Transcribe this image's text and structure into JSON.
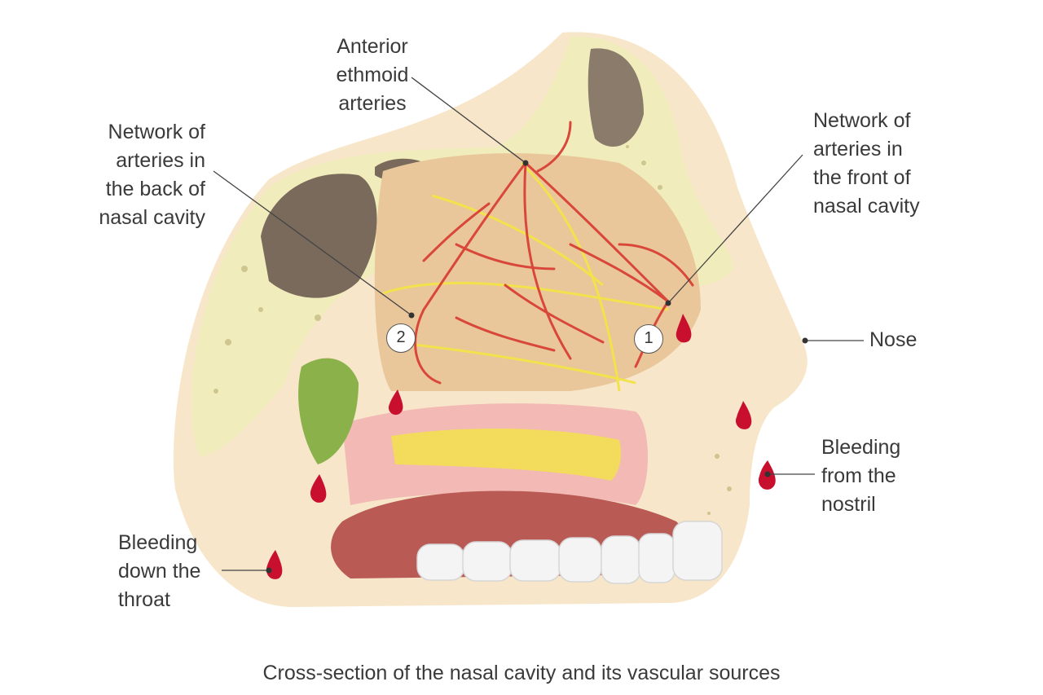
{
  "labels": {
    "anterior_ethmoid": [
      "Anterior",
      "ethmoid",
      "arteries"
    ],
    "back_network": [
      "Network of",
      "arteries in",
      "the back of",
      "nasal cavity"
    ],
    "front_network": [
      "Network of",
      "arteries in",
      "the front of",
      "nasal cavity"
    ],
    "nose": "Nose",
    "nostril_bleeding": [
      "Bleeding",
      "from the",
      "nostril"
    ],
    "throat_bleeding": [
      "Bleeding",
      "down the",
      "throat"
    ]
  },
  "markers": {
    "front": "1",
    "back": "2"
  },
  "caption": "Cross-section of the nasal cavity and its vascular sources",
  "colors": {
    "bone": "#f1ecbc",
    "bone_spots": "#cfc58e",
    "sinus": "#7a6a5c",
    "cavity": "#e9c79a",
    "artery": "#d9473a",
    "nerve": "#f2e24c",
    "gum": "#f3b9b4",
    "mouth": "#b95a55",
    "skin": "#f7e6c9",
    "blood": "#c8102e",
    "teeth": "#f4f4f4",
    "throat_green": "#8bb24a"
  }
}
